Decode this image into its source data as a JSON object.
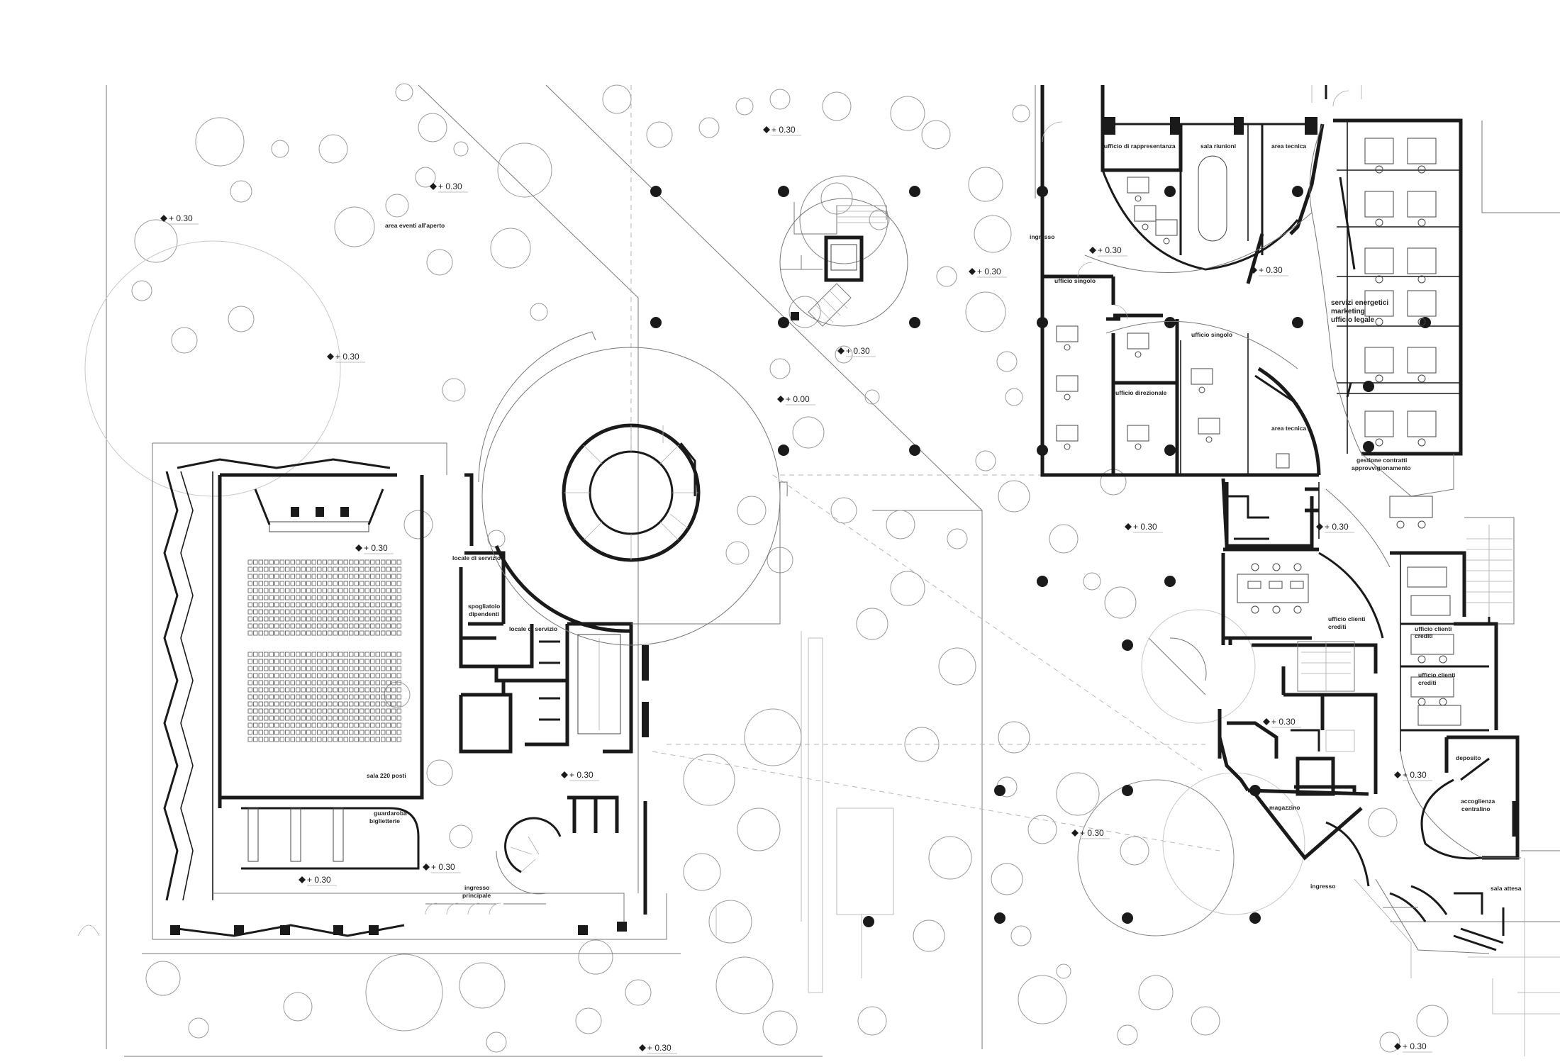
{
  "rooms": {
    "area_eventi": "area eventi all'aperto",
    "ufficio_rappresentanza": "ufficio di rappresentanza",
    "sala_riunioni": "sala riunioni",
    "area_tecnica_1": "area tecnica",
    "ingresso_1": "ingresso",
    "ufficio_singolo_1": "ufficio singolo",
    "ufficio_singolo_2": "ufficio singolo",
    "ufficio_direzionale": "ufficio direzionale",
    "area_tecnica_2": "area tecnica",
    "servizi_1": "servizi energetici",
    "servizi_2": "marketing",
    "servizi_3": "ufficio legale",
    "gestione_1": "gestione contratti",
    "gestione_2": "approvvigionamento",
    "locale_servizio_1": "locale di servizio",
    "spogliatoio_1": "spogliatoio",
    "spogliatoio_2": "dipendenti",
    "locale_servizio_2": "locale di servizio",
    "sala_220": "sala 220 posti",
    "guardaroba_1": "guardaroba",
    "guardaroba_2": "biglietterie",
    "ingresso_principale_1": "ingresso",
    "ingresso_principale_2": "principale",
    "ufficio_clienti_crediti_1a": "ufficio clienti",
    "ufficio_clienti_crediti_1b": "crediti",
    "ufficio_clienti_2a": "ufficio clienti",
    "ufficio_clienti_2b": "crediti",
    "ufficio_clienti_3a": "ufficio clienti",
    "ufficio_clienti_3b": "crediti",
    "deposito": "deposito",
    "accoglienza_1": "accoglienza",
    "accoglienza_2": "centralino",
    "magazzino": "magazzino",
    "ingresso_2": "ingresso",
    "sala_attesa": "sala attesa"
  },
  "levels": [
    "+ 0.30",
    "+ 0.30",
    "+ 0.30",
    "+ 0.30",
    "+ 0.30",
    "+ 0.30",
    "+ 0.00",
    "+ 0.30",
    "+ 0.30",
    "+ 0.30",
    "+ 0.30",
    "+ 0.30",
    "+ 0.30",
    "+ 0.30",
    "+ 0.30",
    "+ 0.30",
    "+ 0.30",
    "+ 0.30",
    "+ 0.30",
    "+ 0.30"
  ]
}
